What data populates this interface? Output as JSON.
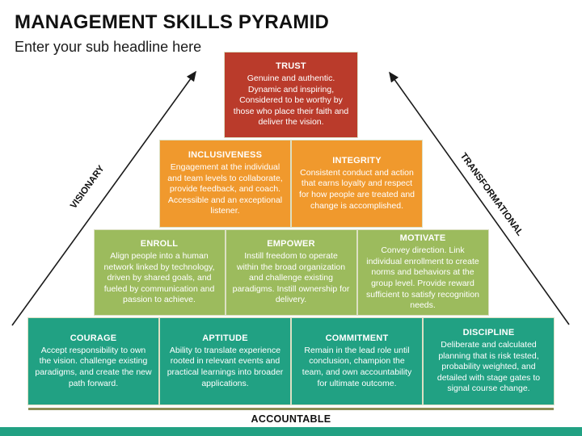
{
  "header": {
    "title": "MANAGEMENT SKILLS PYRAMID",
    "subtitle": "Enter your sub headline here"
  },
  "pyramid": {
    "levels": [
      {
        "name": "level-1-top",
        "color": "#BA3B2B",
        "blocks": [
          {
            "title": "TRUST",
            "description": "Genuine and authentic. Dynamic and inspiring, Considered to be worthy by those who place their faith and deliver the vision."
          }
        ]
      },
      {
        "name": "level-2",
        "color": "#F0992D",
        "blocks": [
          {
            "title": "INCLUSIVENESS",
            "description": "Engagement at the individual and team levels to collaborate, provide feedback, and coach. Accessible and an exceptional listener."
          },
          {
            "title": "INTEGRITY",
            "description": "Consistent conduct and action that earns loyalty and respect for how people are treated and change is accomplished."
          }
        ]
      },
      {
        "name": "level-3",
        "color": "#9CBB5D",
        "blocks": [
          {
            "title": "ENROLL",
            "description": "Align people into a human network linked by technology, driven by shared goals, and fueled by communication and passion to achieve."
          },
          {
            "title": "EMPOWER",
            "description": "Instill freedom to operate within the broad organization and challenge existing paradigms. Instill ownership for delivery."
          },
          {
            "title": "MOTIVATE",
            "description": "Convey direction. Link individual enrollment to create norms and behaviors at the group level. Provide reward sufficient to satisfy recognition needs."
          }
        ]
      },
      {
        "name": "level-4-base",
        "color": "#21A183",
        "blocks": [
          {
            "title": "COURAGE",
            "description": "Accept responsibility to own the vision. challenge existing paradigms, and create the new path forward."
          },
          {
            "title": "APTITUDE",
            "description": "Ability to translate experience rooted in relevant events and practical learnings into broader applications."
          },
          {
            "title": "COMMITMENT",
            "description": "Remain in the lead role until conclusion, champion the team, and own accountability for ultimate outcome."
          },
          {
            "title": "DISCIPLINE",
            "description": "Deliberate and calculated planning that is risk tested, probability weighted, and detailed with stage gates to signal course change."
          }
        ]
      }
    ]
  },
  "annotations": {
    "left_axis_label": "VISIONARY",
    "right_axis_label": "TRANSFORMATIONAL",
    "bottom_label": "ACCOUNTABLE"
  },
  "colors": {
    "trust_red": "#BA3B2B",
    "integrity_orange": "#F0992D",
    "enroll_green": "#9CBB5D",
    "base_teal": "#21A183",
    "block_border": "#DCE0C4",
    "base_line_olive": "#8C8D55",
    "arrow_black": "#1A1A1A",
    "footer_bar_teal": "#21A183"
  }
}
